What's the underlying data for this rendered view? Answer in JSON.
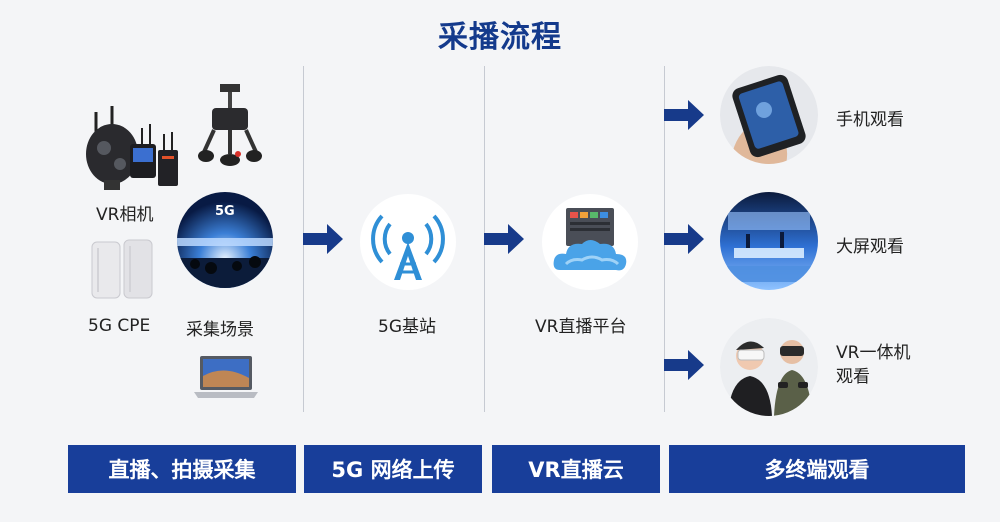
{
  "title": "采播流程",
  "capture": {
    "vr_camera_label": "VR相机",
    "cpe_label": "5G CPE",
    "scene_label": "采集场景",
    "scene_badge": "5G"
  },
  "station": {
    "label": "5G基站"
  },
  "platform": {
    "label": "VR直播平台"
  },
  "viewing": {
    "phone_label": "手机观看",
    "bigscreen_label": "大屏观看",
    "vr_label_line1": "VR一体机",
    "vr_label_line2": "观看"
  },
  "stages": [
    "直播、拍摄采集",
    "5G 网络上传",
    "VR直播云",
    "多终端观看"
  ],
  "colors": {
    "accent": "#183e9a",
    "title": "#143a8c",
    "arrow": "#173a8a"
  }
}
